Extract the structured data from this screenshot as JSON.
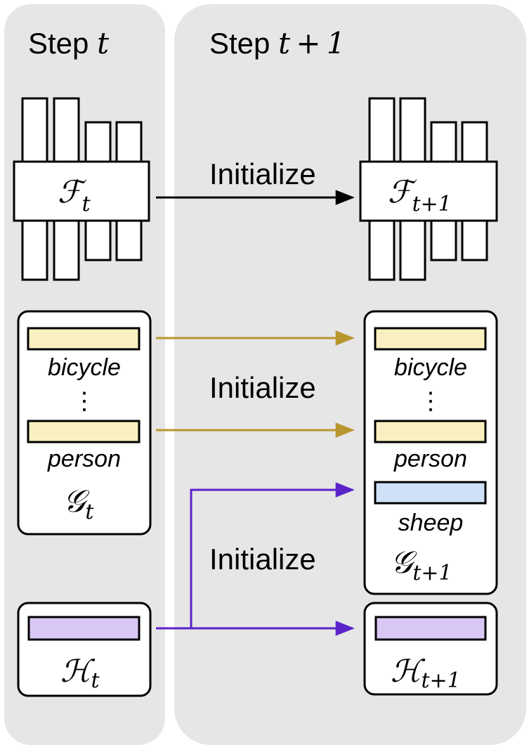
{
  "panels": {
    "left": {
      "title": "Step ",
      "var": "t"
    },
    "right": {
      "title": "Step ",
      "var": "t + 1"
    }
  },
  "feature_block": {
    "left_symbol": "ℱ",
    "left_sub": "t",
    "right_symbol": "ℱ",
    "right_sub": "t+1",
    "arrow_label": "Initialize"
  },
  "graph_block": {
    "left_items": [
      "bicycle",
      "person"
    ],
    "right_items": [
      "bicycle",
      "person",
      "sheep"
    ],
    "ellipsis": "⋮",
    "left_symbol": "𝒢",
    "left_sub": "t",
    "right_symbol": "𝒢",
    "right_sub": "t+1",
    "arrow_label": "Initialize"
  },
  "hidden_block": {
    "left_symbol": "ℋ",
    "left_sub": "t",
    "right_symbol": "ℋ",
    "right_sub": "t+1",
    "arrow_label": "Initialize"
  },
  "colors": {
    "panel_bg": "#e6e6e6",
    "yellow_fill": "#f8f0c0",
    "blue_fill": "#cfe0f7",
    "purple_fill": "#d9c8f5",
    "gold_arrow": "#b8962e",
    "purple_arrow": "#5a22c9"
  }
}
